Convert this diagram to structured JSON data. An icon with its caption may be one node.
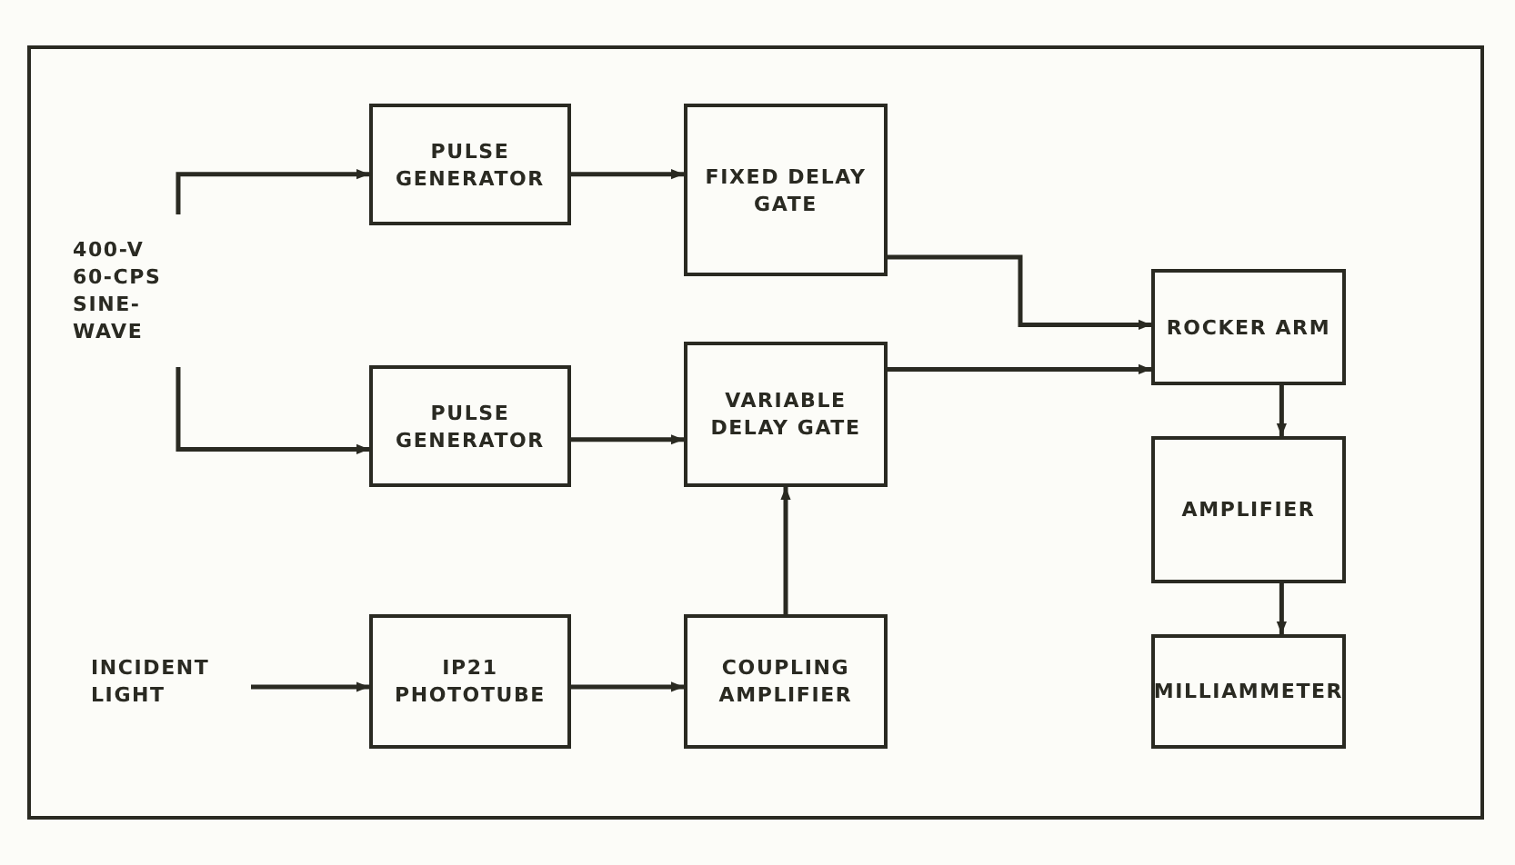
{
  "diagram": {
    "nodes": [
      {
        "text": [
          "400-V 60-CPS SINE- WAVE"
        ]
      },
      {
        "text": [
          "PULSE GENERATOR"
        ]
      },
      {
        "text": [
          "FIXED DELAY GATE"
        ]
      },
      {
        "text": [
          "PULSE GENERATOR"
        ]
      },
      {
        "text": [
          "VARIABLE DELAY GATE"
        ]
      },
      {
        "text": [
          "ROCKER ARM"
        ]
      },
      {
        "text": [
          "AMPLIFIER"
        ]
      },
      {
        "text": [
          "INCIDENT LIGHT"
        ]
      },
      {
        "text": [
          "IP21 PHOTOTUBE"
        ]
      },
      {
        "text": [
          "COUPLING AMPLIFIER"
        ]
      },
      {
        "text": [
          "MILLIAMMETER"
        ]
      }
    ],
    "edges": [
      {
        "from": 0,
        "to": 1,
        "arrow": "to"
      },
      {
        "from": 0,
        "to": 3,
        "arrow": "to"
      },
      {
        "from": 1,
        "to": 2,
        "arrow": "to"
      },
      {
        "from": 3,
        "to": 4,
        "arrow": "to"
      },
      {
        "from": 2,
        "to": 5,
        "arrow": "to"
      },
      {
        "from": 4,
        "to": 5,
        "arrow": "to"
      },
      {
        "from": 5,
        "to": 6,
        "arrow": "to"
      },
      {
        "from": 6,
        "to": 10,
        "arrow": "to"
      },
      {
        "from": 7,
        "to": 8,
        "arrow": "to"
      },
      {
        "from": 8,
        "to": 9,
        "arrow": "to"
      },
      {
        "from": 9,
        "to": 4,
        "arrow": "to"
      }
    ]
  }
}
